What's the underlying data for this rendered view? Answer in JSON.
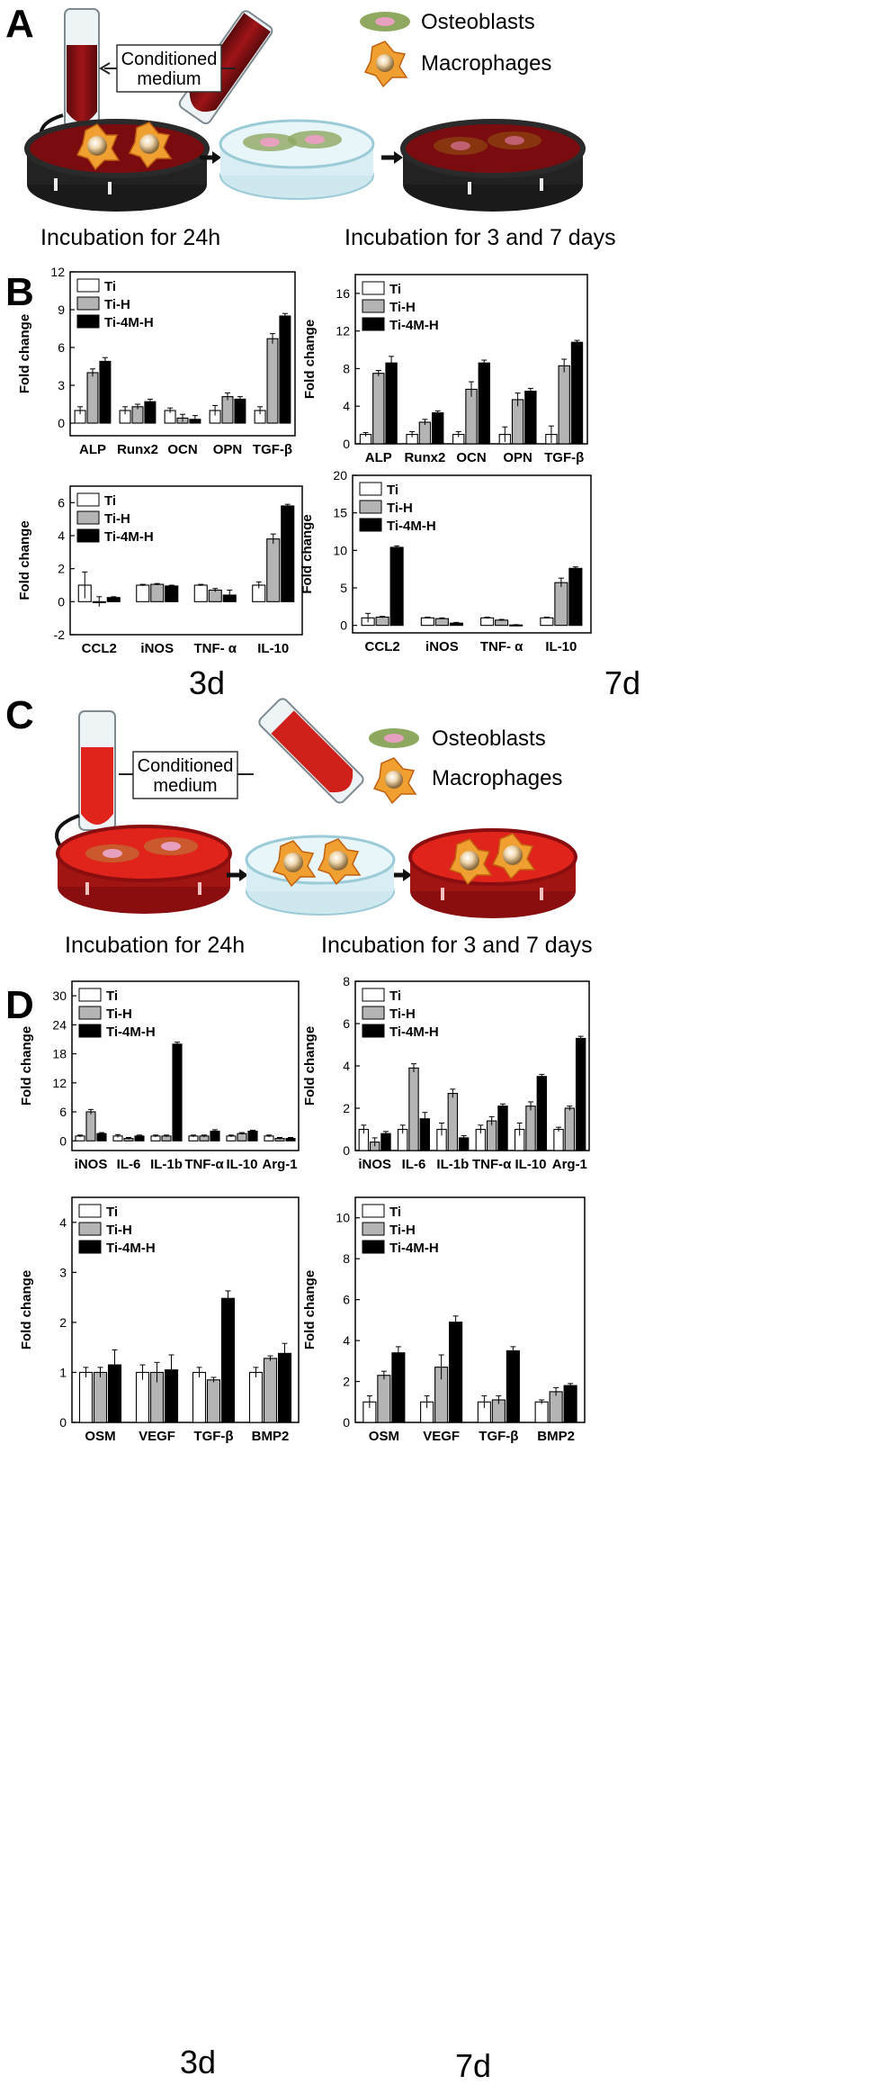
{
  "panels": {
    "a": "A",
    "b": "B",
    "c": "C",
    "d": "D"
  },
  "scheme_a": {
    "legend": [
      "Osteoblasts",
      "Macrophages"
    ],
    "conditioned_medium": [
      "Conditioned",
      "medium"
    ],
    "caption_left": "Incubation for 24h",
    "caption_right": "Incubation for 3 and 7 days"
  },
  "scheme_c": {
    "legend": [
      "Osteoblasts",
      "Macrophages"
    ],
    "conditioned_medium": [
      "Conditioned",
      "medium"
    ],
    "caption_left": "Incubation for 24h",
    "caption_right": "Incubation for 3 and 7 days"
  },
  "day_labels": {
    "b_left": "3d",
    "b_right": "7d",
    "d_left": "3d",
    "d_right": "7d"
  },
  "colors": {
    "Ti": "#ffffff",
    "Ti-H": "#b4b4b4",
    "Ti-4M-H": "#000000",
    "medium_dark": "#8b0e12",
    "medium_red": "#e0241b"
  },
  "chart_data": [
    {
      "id": "B-top-3d",
      "type": "bar",
      "ylabel": "Fold change",
      "ylim": [
        -1,
        12
      ],
      "yticks": [
        0,
        3,
        6,
        9,
        12
      ],
      "categories": [
        "ALP",
        "Runx2",
        "OCN",
        "OPN",
        "TGF-β"
      ],
      "series": [
        {
          "name": "Ti",
          "values": [
            1,
            1,
            1,
            1,
            1
          ],
          "errors": [
            0.3,
            0.3,
            0.2,
            0.4,
            0.3
          ]
        },
        {
          "name": "Ti-H",
          "values": [
            4.0,
            1.3,
            0.4,
            2.1,
            6.7
          ],
          "errors": [
            0.3,
            0.2,
            0.3,
            0.3,
            0.4
          ]
        },
        {
          "name": "Ti-4M-H",
          "values": [
            4.9,
            1.7,
            0.3,
            1.9,
            8.5
          ],
          "errors": [
            0.3,
            0.2,
            0.3,
            0.2,
            0.2
          ]
        }
      ],
      "legend": "top-left"
    },
    {
      "id": "B-top-7d",
      "type": "bar",
      "ylabel": "Fold change",
      "ylim": [
        0,
        18
      ],
      "yticks": [
        0,
        4,
        8,
        12,
        16
      ],
      "categories": [
        "ALP",
        "Runx2",
        "OCN",
        "OPN",
        "TGF-β"
      ],
      "series": [
        {
          "name": "Ti",
          "values": [
            1,
            1,
            1,
            1,
            1
          ],
          "errors": [
            0.2,
            0.3,
            0.3,
            0.8,
            0.9
          ]
        },
        {
          "name": "Ti-H",
          "values": [
            7.5,
            2.3,
            5.8,
            4.7,
            8.3
          ],
          "errors": [
            0.3,
            0.3,
            0.8,
            0.7,
            0.7
          ]
        },
        {
          "name": "Ti-4M-H",
          "values": [
            8.6,
            3.3,
            8.6,
            5.6,
            10.8
          ],
          "errors": [
            0.7,
            0.2,
            0.3,
            0.3,
            0.2
          ]
        }
      ],
      "legend": "top-left"
    },
    {
      "id": "B-bottom-3d",
      "type": "bar",
      "ylabel": "Fold change",
      "ylim": [
        -2,
        7
      ],
      "yticks": [
        -2,
        0,
        2,
        4,
        6
      ],
      "categories": [
        "CCL2",
        "iNOS",
        "TNF- α",
        "IL-10"
      ],
      "series": [
        {
          "name": "Ti",
          "values": [
            1,
            1,
            1,
            1
          ],
          "errors": [
            0.8,
            0.05,
            0.05,
            0.2
          ]
        },
        {
          "name": "Ti-H",
          "values": [
            0,
            1.05,
            0.7,
            3.8
          ],
          "errors": [
            0.3,
            0.05,
            0.1,
            0.3
          ]
        },
        {
          "name": "Ti-4M-H",
          "values": [
            0.25,
            0.95,
            0.4,
            5.8
          ],
          "errors": [
            0.05,
            0.05,
            0.3,
            0.1
          ]
        }
      ],
      "legend": "top-left"
    },
    {
      "id": "B-bottom-7d",
      "type": "bar",
      "ylabel": "Fold change",
      "ylim": [
        -1,
        20
      ],
      "yticks": [
        0,
        5,
        10,
        15,
        20
      ],
      "categories": [
        "CCL2",
        "iNOS",
        "TNF- α",
        "IL-10"
      ],
      "series": [
        {
          "name": "Ti",
          "values": [
            1,
            1,
            1,
            1
          ],
          "errors": [
            0.6,
            0.1,
            0.1,
            0.1
          ]
        },
        {
          "name": "Ti-H",
          "values": [
            1.1,
            0.9,
            0.7,
            5.7
          ],
          "errors": [
            0.1,
            0.1,
            0.1,
            0.6
          ]
        },
        {
          "name": "Ti-4M-H",
          "values": [
            10.4,
            0.3,
            0.05,
            7.6
          ],
          "errors": [
            0.2,
            0.1,
            0.05,
            0.2
          ]
        }
      ],
      "legend": "top-left"
    },
    {
      "id": "D-top-3d",
      "type": "bar",
      "ylabel": "Fold change",
      "ylim": [
        -2,
        33
      ],
      "yticks": [
        0,
        6,
        12,
        18,
        24,
        30
      ],
      "categories": [
        "iNOS",
        "IL-6",
        "IL-1b",
        "TNF-α",
        "IL-10",
        "Arg-1"
      ],
      "series": [
        {
          "name": "Ti",
          "values": [
            1,
            1,
            1,
            1,
            1,
            1
          ],
          "errors": [
            0.2,
            0.3,
            0.2,
            0.2,
            0.2,
            0.2
          ]
        },
        {
          "name": "Ti-H",
          "values": [
            6.0,
            0.5,
            1.0,
            1.0,
            1.5,
            0.5
          ],
          "errors": [
            0.5,
            0.2,
            0.2,
            0.2,
            0.2,
            0.2
          ]
        },
        {
          "name": "Ti-4M-H",
          "values": [
            1.5,
            1.0,
            20.0,
            2.0,
            2.0,
            0.5
          ],
          "errors": [
            0.2,
            0.2,
            0.4,
            0.3,
            0.2,
            0.2
          ]
        }
      ],
      "legend": "top-left"
    },
    {
      "id": "D-top-7d",
      "type": "bar",
      "ylabel": "Fold change",
      "ylim": [
        0,
        8
      ],
      "yticks": [
        0,
        2,
        4,
        6,
        8
      ],
      "categories": [
        "iNOS",
        "IL-6",
        "IL-1b",
        "TNF-α",
        "IL-10",
        "Arg-1"
      ],
      "series": [
        {
          "name": "Ti",
          "values": [
            1,
            1,
            1,
            1,
            1,
            1
          ],
          "errors": [
            0.2,
            0.2,
            0.3,
            0.2,
            0.3,
            0.1
          ]
        },
        {
          "name": "Ti-H",
          "values": [
            0.4,
            3.9,
            2.7,
            1.4,
            2.1,
            2.0
          ],
          "errors": [
            0.2,
            0.2,
            0.2,
            0.2,
            0.2,
            0.1
          ]
        },
        {
          "name": "Ti-4M-H",
          "values": [
            0.8,
            1.5,
            0.6,
            2.1,
            3.5,
            5.3
          ],
          "errors": [
            0.1,
            0.3,
            0.1,
            0.1,
            0.1,
            0.1
          ]
        }
      ],
      "legend": "top-left"
    },
    {
      "id": "D-bottom-3d",
      "type": "bar",
      "ylabel": "Fold change",
      "ylim": [
        0,
        4.5
      ],
      "yticks": [
        0,
        1,
        2,
        3,
        4
      ],
      "categories": [
        "OSM",
        "VEGF",
        "TGF-β",
        "BMP2"
      ],
      "series": [
        {
          "name": "Ti",
          "values": [
            1,
            1,
            1,
            1
          ],
          "errors": [
            0.1,
            0.15,
            0.1,
            0.1
          ]
        },
        {
          "name": "Ti-H",
          "values": [
            1.0,
            1.0,
            0.85,
            1.28
          ],
          "errors": [
            0.1,
            0.2,
            0.05,
            0.05
          ]
        },
        {
          "name": "Ti-4M-H",
          "values": [
            1.15,
            1.05,
            2.48,
            1.38
          ],
          "errors": [
            0.3,
            0.3,
            0.15,
            0.2
          ]
        }
      ],
      "legend": "top-left"
    },
    {
      "id": "D-bottom-7d",
      "type": "bar",
      "ylabel": "Fold change",
      "ylim": [
        0,
        11
      ],
      "yticks": [
        0,
        2,
        4,
        6,
        8,
        10
      ],
      "categories": [
        "OSM",
        "VEGF",
        "TGF-β",
        "BMP2"
      ],
      "series": [
        {
          "name": "Ti",
          "values": [
            1,
            1,
            1,
            1
          ],
          "errors": [
            0.3,
            0.3,
            0.3,
            0.1
          ]
        },
        {
          "name": "Ti-H",
          "values": [
            2.3,
            2.7,
            1.1,
            1.5
          ],
          "errors": [
            0.2,
            0.6,
            0.2,
            0.2
          ]
        },
        {
          "name": "Ti-4M-H",
          "values": [
            3.4,
            4.9,
            3.5,
            1.8
          ],
          "errors": [
            0.3,
            0.3,
            0.2,
            0.1
          ]
        }
      ],
      "legend": "top-left"
    }
  ]
}
